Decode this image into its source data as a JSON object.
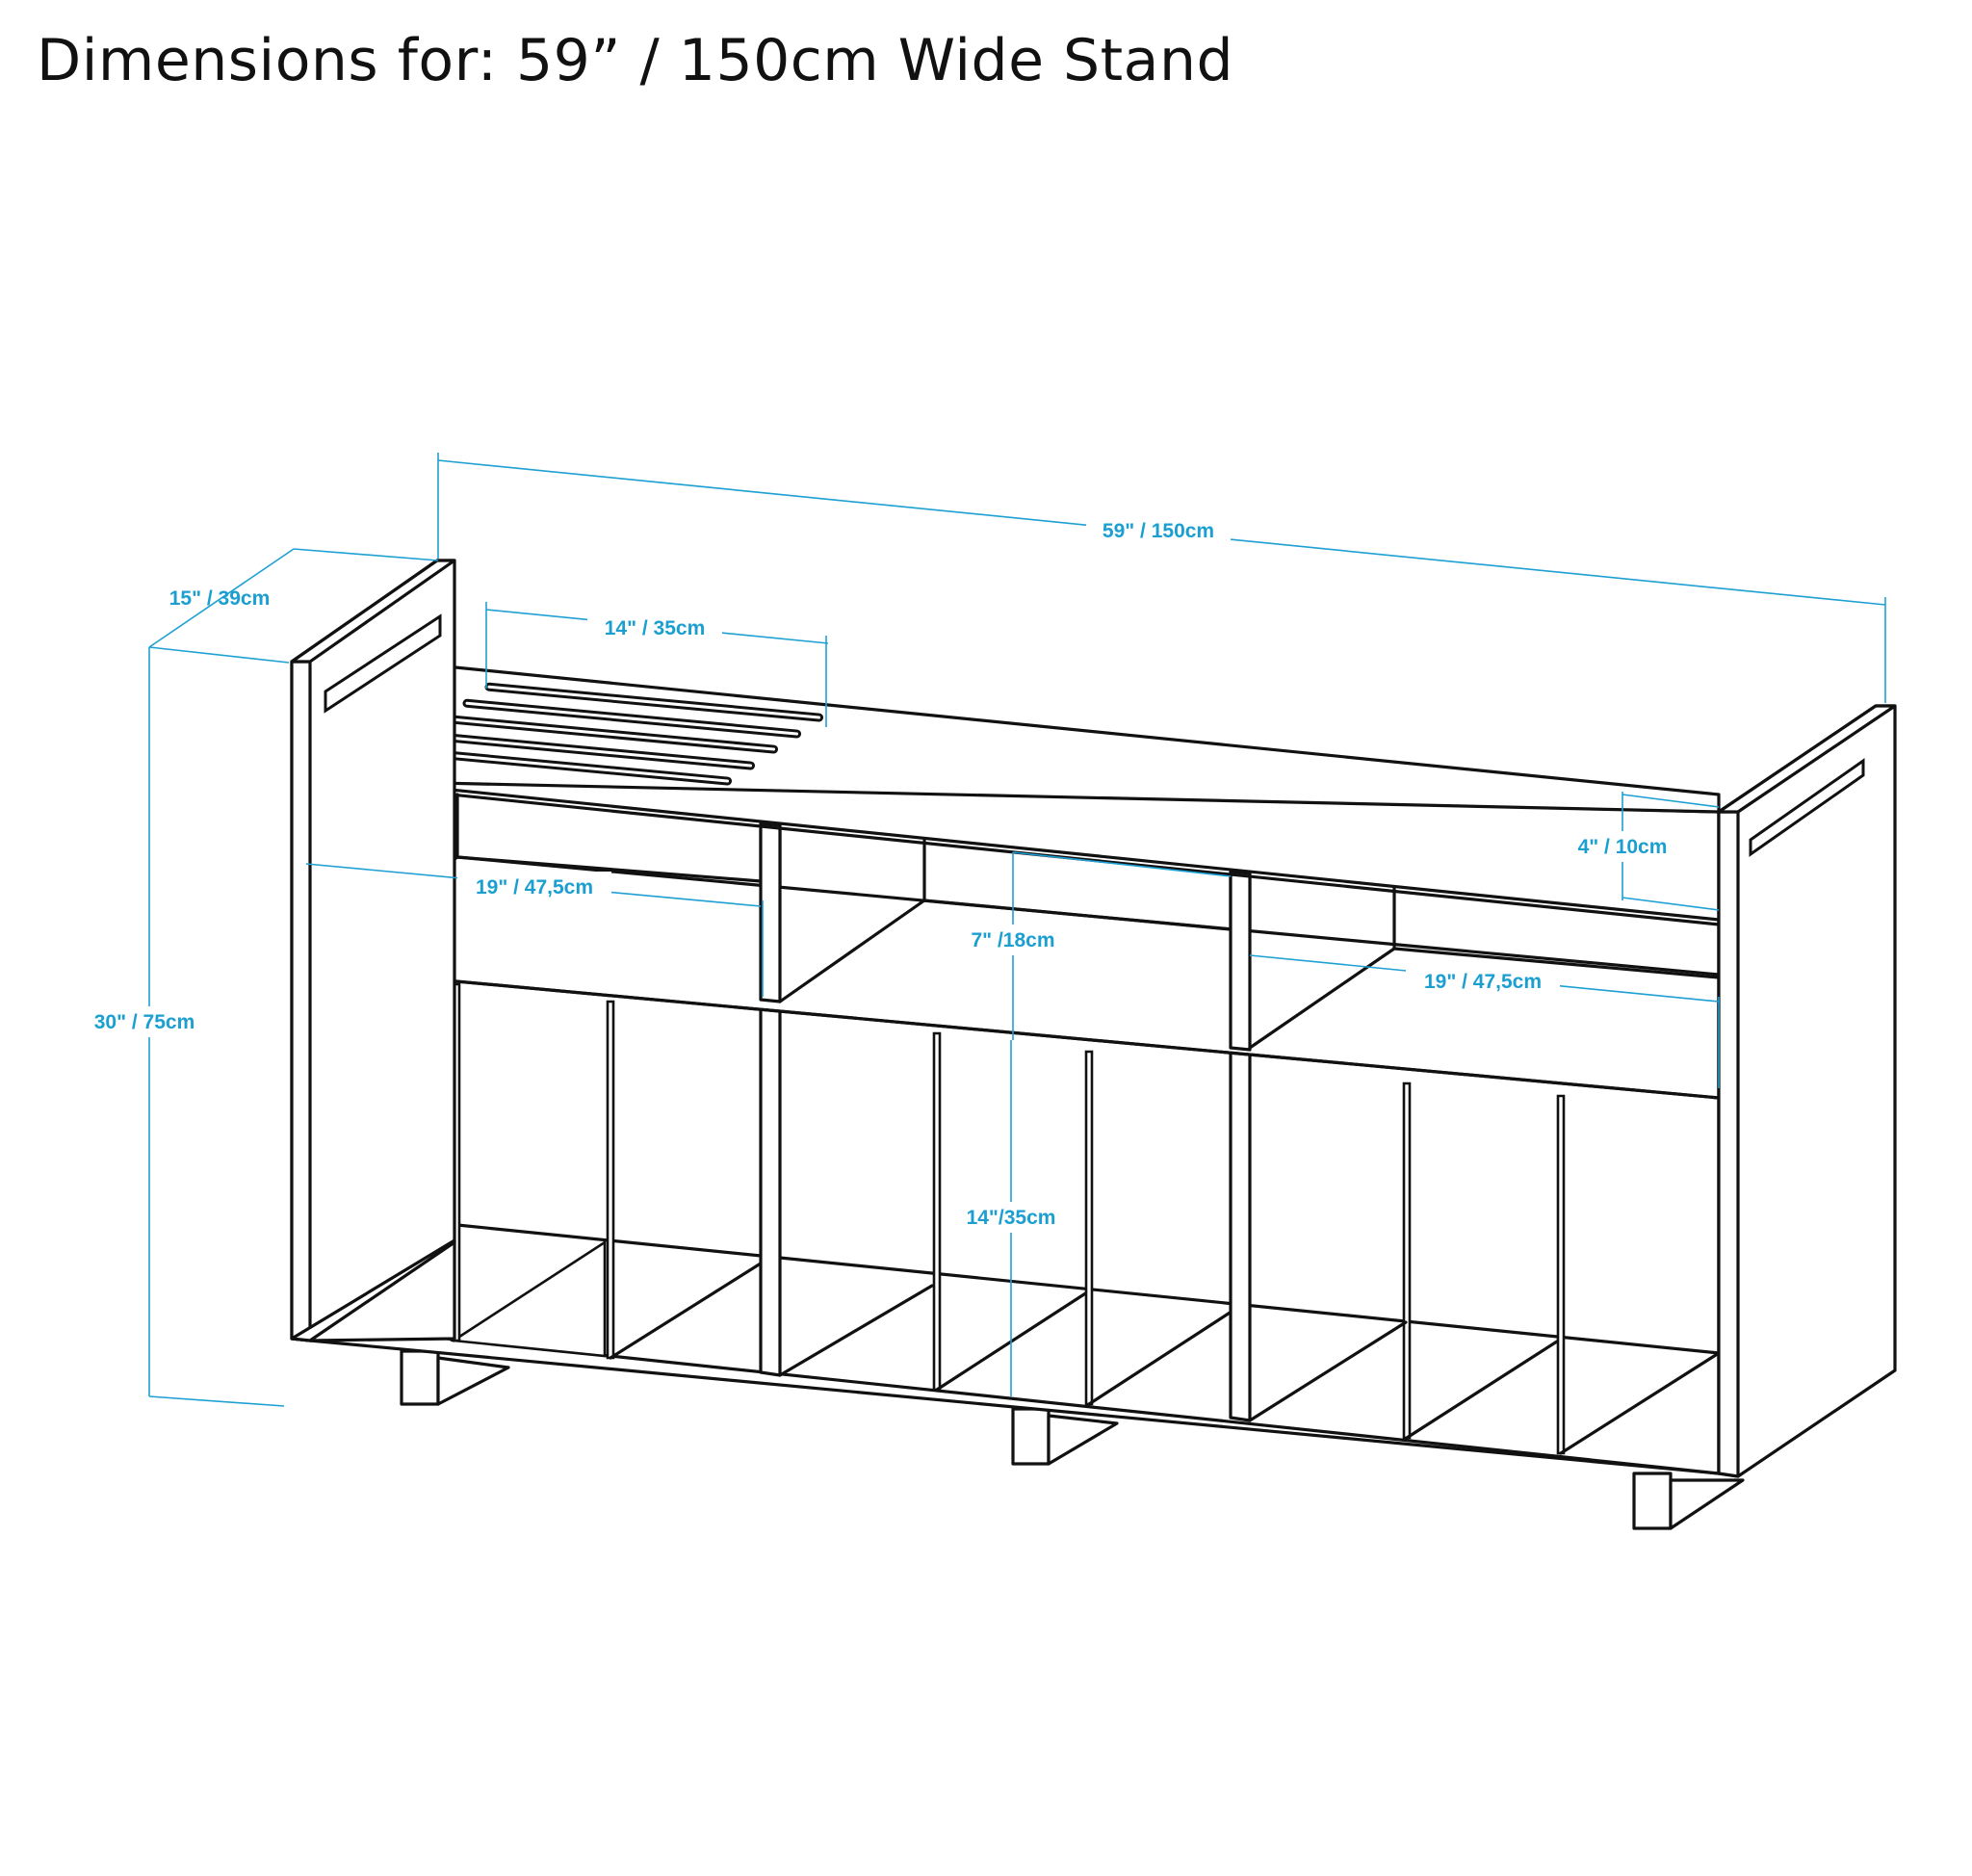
{
  "title": "Dimensions for: 59” / 150cm Wide Stand",
  "colors": {
    "outline": "#111111",
    "dimension": "#1b9fd0",
    "background": "#ffffff"
  },
  "dimensions": {
    "width": "59\" / 150cm",
    "depth": "15\" / 39cm",
    "height": "30\" / 75cm",
    "slat_length": "14\" / 35cm",
    "shelf_width_left": "19\" / 47,5cm",
    "shelf_width_right": "19\" / 47,5cm",
    "upper_gap": "4\" / 10cm",
    "middle_height": "7\" /18cm",
    "record_height": "14\"/35cm"
  }
}
